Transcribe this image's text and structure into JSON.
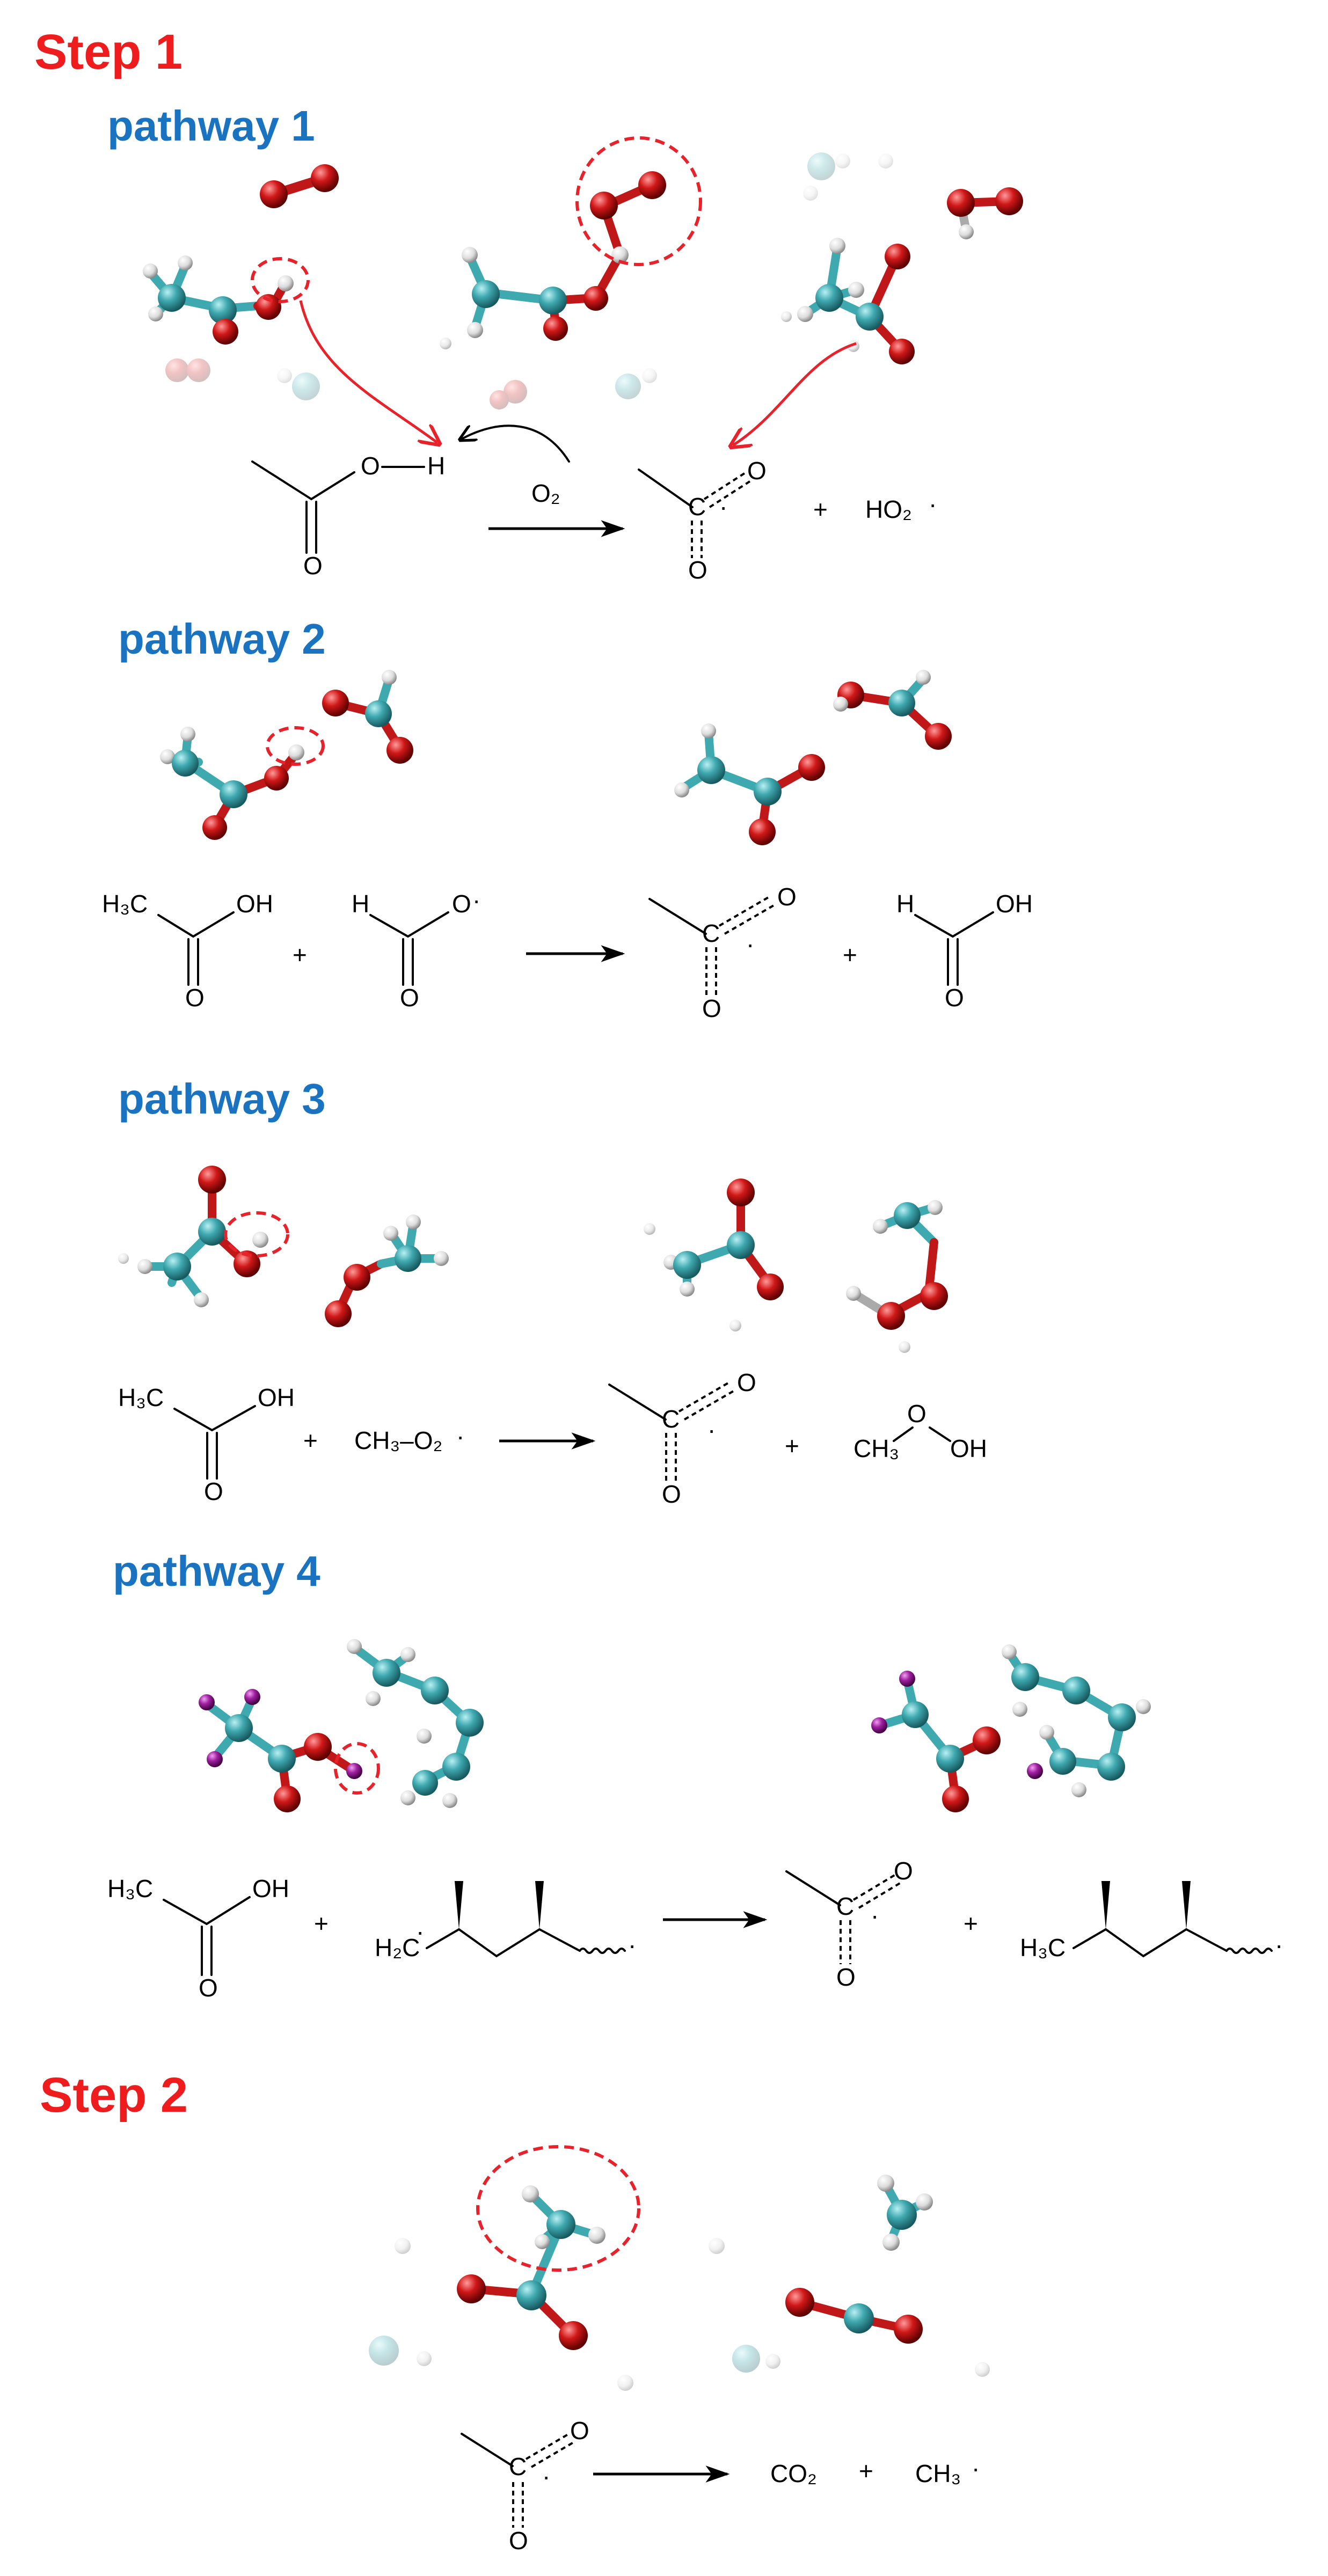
{
  "step1": {
    "title": "Step 1"
  },
  "step2": {
    "title": "Step 2"
  },
  "pathways": [
    {
      "title": "pathway 1"
    },
    {
      "title": "pathway 2"
    },
    {
      "title": "pathway 3"
    },
    {
      "title": "pathway 4"
    }
  ],
  "labels": {
    "O": "O",
    "H": "H",
    "C": "C",
    "OH": "OH",
    "O2": "O₂",
    "HO2": "HO₂",
    "H3C": "H₃C",
    "H2C": "H₂C",
    "CH3O2": "CH₃–O₂",
    "CH3": "CH₃",
    "CO2": "CO₂",
    "plus": "+",
    "radical": "·"
  },
  "colors": {
    "step": "#ee1c1c",
    "pathway": "#1a73c0",
    "carbon": "#3fa9b0",
    "oxygen": "#d01818",
    "hydrogen": "#e6e6e6",
    "tracer": "#a020a0",
    "highlight": "#e8222a"
  },
  "icons": [
    "curved-arrow-icon",
    "reaction-arrow-icon",
    "wavy-bond-icon",
    "wedge-bond-icon"
  ]
}
